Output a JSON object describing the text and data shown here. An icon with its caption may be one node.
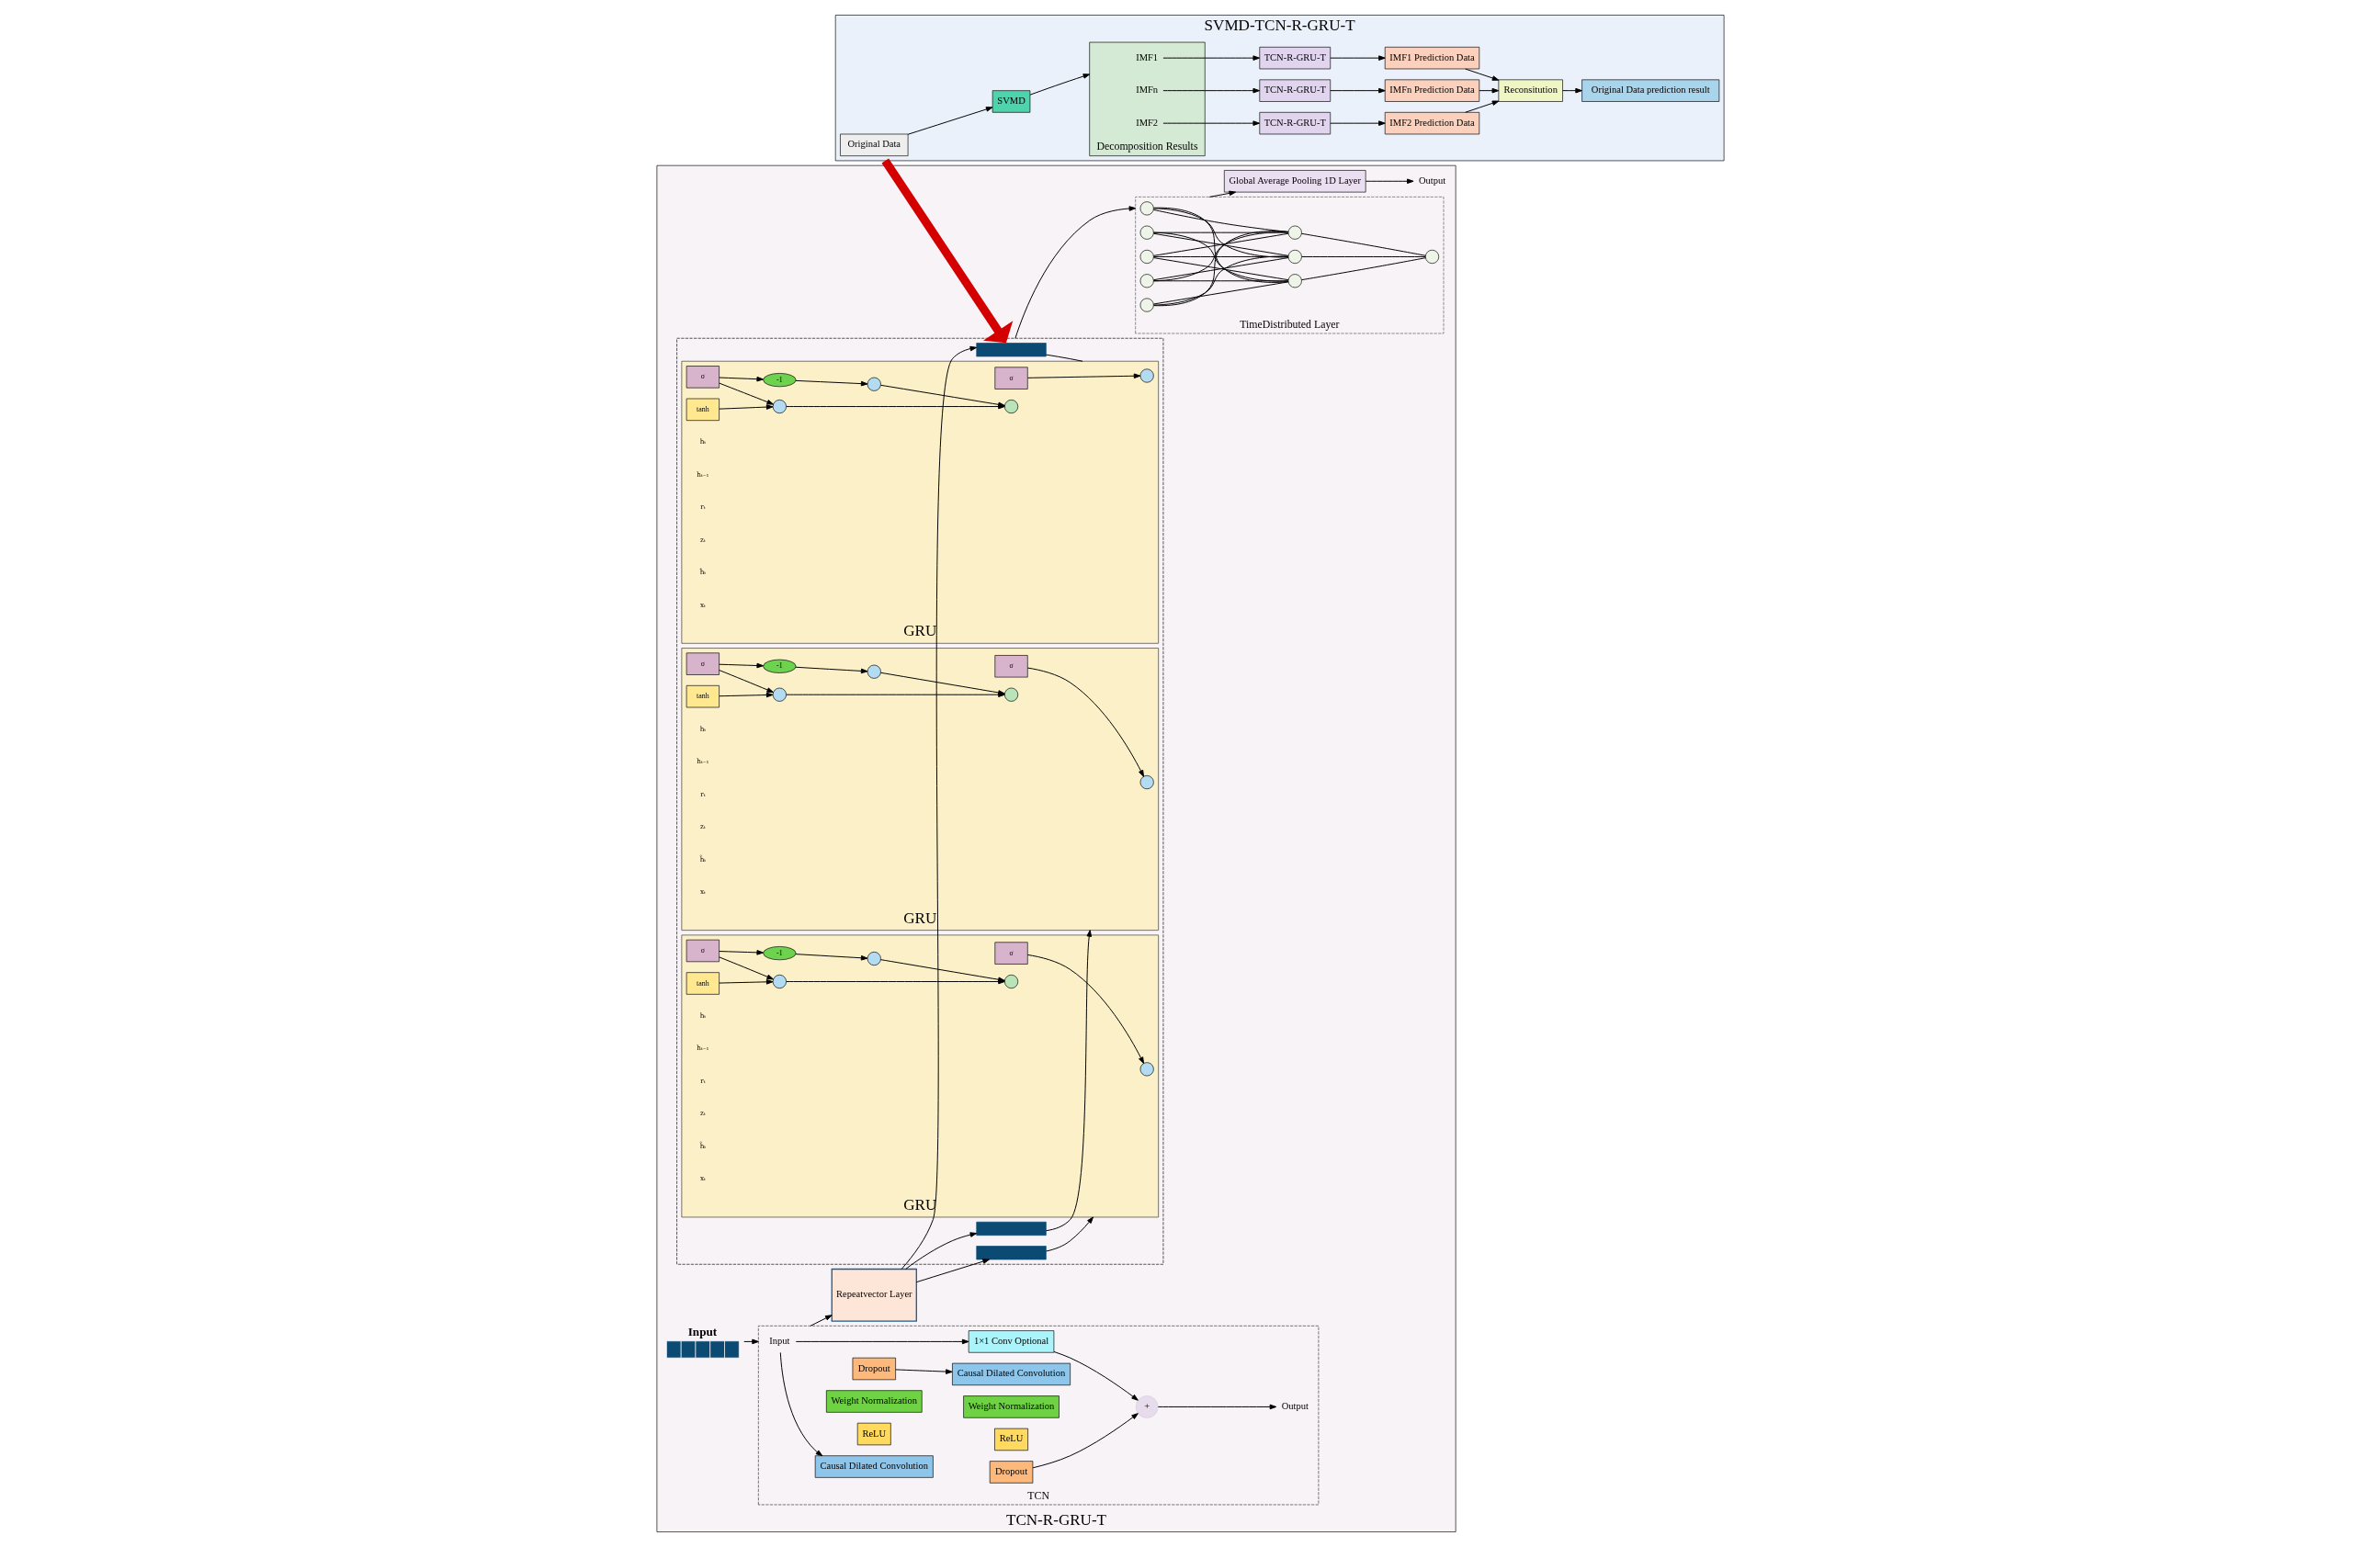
{
  "diagram": {
    "nodes": [
      {
        "text": [
          "SVMD-TCN-R-GRU-T"
        ]
      },
      {
        "text": [
          "Original Data"
        ],
        "in": 0
      },
      {
        "text": [
          "SVMD"
        ],
        "in": 0
      },
      {
        "text": [
          "Decomposition Results"
        ],
        "in": 0
      },
      {
        "text": [
          "IMF1"
        ],
        "in": 3
      },
      {
        "text": [
          "IMF2"
        ],
        "in": 3
      },
      {
        "text": [
          "IMFn"
        ],
        "in": 3
      },
      {
        "text": [
          "TCN-R-GRU-T"
        ],
        "in": 0
      },
      {
        "text": [
          "TCN-R-GRU-T"
        ],
        "in": 0
      },
      {
        "text": [
          "TCN-R-GRU-T"
        ],
        "in": 0
      },
      {
        "text": [
          "IMF1 Prediction Data"
        ],
        "in": 0
      },
      {
        "text": [
          "IMF2 Prediction Data"
        ],
        "in": 0
      },
      {
        "text": [
          "IMFn Prediction Data"
        ],
        "in": 0
      },
      {
        "text": [
          "Reconsitution"
        ],
        "in": 0
      },
      {
        "text": [
          "Original Data prediction result"
        ],
        "in": 0
      },
      {
        "text": [
          "TCN-R-GRU-T"
        ]
      },
      {
        "text": [
          "Input"
        ],
        "in": 15
      },
      {
        "text": [
          "TCN"
        ],
        "in": 15
      },
      {
        "text": [
          "Input"
        ],
        "in": 17
      },
      {
        "text": [
          "1×1 Conv Optional"
        ],
        "in": 17
      },
      {
        "text": [
          "Causal Dilated Convolution"
        ],
        "in": 17
      },
      {
        "text": [
          "Weight Normalization"
        ],
        "in": 17
      },
      {
        "text": [
          "ReLU"
        ],
        "in": 17
      },
      {
        "text": [
          "Dropout"
        ],
        "in": 17
      },
      {
        "text": [
          "Causal Dilated Convolution"
        ],
        "in": 17
      },
      {
        "text": [
          "Weight Normalization"
        ],
        "in": 17
      },
      {
        "text": [
          "ReLU"
        ],
        "in": 17
      },
      {
        "text": [
          "Dropout"
        ],
        "in": 17
      },
      {
        "text": [
          "+"
        ],
        "in": 17
      },
      {
        "text": [
          "Output"
        ],
        "in": 17
      },
      {
        "text": [
          "Repeatvector Layer"
        ],
        "in": 15
      },
      {
        "text": [],
        "shape": "box",
        "in": 15
      },
      {
        "text": [],
        "shape": "bar",
        "in": 31
      },
      {
        "text": [],
        "shape": "bar",
        "in": 31
      },
      {
        "text": [],
        "shape": "bar",
        "in": 31
      },
      {
        "text": [
          "GRU"
        ],
        "in": 31
      },
      {
        "text": [],
        "shape": "circle",
        "in": 35
      },
      {
        "text": [
          "σ"
        ],
        "in": 35
      },
      {
        "text": [],
        "shape": "circle",
        "in": 35
      },
      {
        "text": [
          "-1"
        ],
        "in": 35
      },
      {
        "text": [
          "σ"
        ],
        "in": 35
      },
      {
        "text": [],
        "shape": "circle",
        "in": 35
      },
      {
        "text": [],
        "shape": "circle",
        "in": 35
      },
      {
        "text": [
          "tanh"
        ],
        "in": 35
      },
      {
        "text": [
          "GRU"
        ],
        "in": 31
      },
      {
        "text": [],
        "shape": "circle",
        "in": 44
      },
      {
        "text": [
          "σ"
        ],
        "in": 44
      },
      {
        "text": [],
        "shape": "circle",
        "in": 44
      },
      {
        "text": [
          "-1"
        ],
        "in": 44
      },
      {
        "text": [
          "σ"
        ],
        "in": 44
      },
      {
        "text": [],
        "shape": "circle",
        "in": 44
      },
      {
        "text": [],
        "shape": "circle",
        "in": 44
      },
      {
        "text": [
          "tanh"
        ],
        "in": 44
      },
      {
        "text": [
          "GRU"
        ],
        "in": 31
      },
      {
        "text": [],
        "shape": "circle",
        "in": 53
      },
      {
        "text": [
          "σ"
        ],
        "in": 53
      },
      {
        "text": [],
        "shape": "circle",
        "in": 53
      },
      {
        "text": [
          "-1"
        ],
        "in": 53
      },
      {
        "text": [
          "σ"
        ],
        "in": 53
      },
      {
        "text": [],
        "shape": "circle",
        "in": 53
      },
      {
        "text": [],
        "shape": "circle",
        "in": 53
      },
      {
        "text": [
          "tanh"
        ],
        "in": 53
      },
      {
        "text": [
          "TimeDistributed Layer"
        ],
        "in": 15
      },
      {
        "text": [],
        "shape": "circle",
        "in": 62
      },
      {
        "text": [],
        "shape": "circle",
        "in": 62
      },
      {
        "text": [],
        "shape": "circle",
        "in": 62
      },
      {
        "text": [],
        "shape": "circle",
        "in": 62
      },
      {
        "text": [],
        "shape": "circle",
        "in": 62
      },
      {
        "text": [],
        "shape": "circle",
        "in": 62
      },
      {
        "text": [],
        "shape": "circle",
        "in": 62
      },
      {
        "text": [],
        "shape": "circle",
        "in": 62
      },
      {
        "text": [],
        "shape": "circle",
        "in": 62
      },
      {
        "text": [
          "Global Average Pooling 1D Layer"
        ],
        "in": 15
      },
      {
        "text": [
          "Output"
        ],
        "in": 15
      }
    ],
    "edges": [
      {
        "from": 1,
        "to": 2,
        "arrow": "to"
      },
      {
        "from": 2,
        "to": 3,
        "arrow": "to"
      },
      {
        "from": 4,
        "to": 7,
        "arrow": "to"
      },
      {
        "from": 5,
        "to": 8,
        "arrow": "to"
      },
      {
        "from": 6,
        "to": 9,
        "arrow": "to"
      },
      {
        "from": 7,
        "to": 10,
        "arrow": "to"
      },
      {
        "from": 8,
        "to": 11,
        "arrow": "to"
      },
      {
        "from": 9,
        "to": 12,
        "arrow": "to"
      },
      {
        "from": 10,
        "to": 13,
        "arrow": "to"
      },
      {
        "from": 11,
        "to": 13,
        "arrow": "to"
      },
      {
        "from": 12,
        "to": 13,
        "arrow": "to"
      },
      {
        "from": 13,
        "to": 14,
        "arrow": "to"
      },
      {
        "from": 0,
        "to": 31,
        "arrow": "to",
        "style": "thick",
        "color": "#d40000"
      },
      {
        "from": 16,
        "to": 17,
        "arrow": "to"
      },
      {
        "from": 18,
        "to": 20,
        "arrow": "to"
      },
      {
        "from": 18,
        "to": 19,
        "arrow": "to"
      },
      {
        "from": 23,
        "to": 24,
        "arrow": "to"
      },
      {
        "from": 27,
        "to": 28,
        "arrow": "to"
      },
      {
        "from": 19,
        "to": 28,
        "arrow": "to"
      },
      {
        "from": 28,
        "to": 29,
        "arrow": "to"
      },
      {
        "from": 17,
        "to": 30,
        "arrow": "to"
      },
      {
        "from": 30,
        "to": 32,
        "arrow": "to"
      },
      {
        "from": 30,
        "to": 33,
        "arrow": "to"
      },
      {
        "from": 30,
        "to": 34,
        "arrow": "to"
      },
      {
        "from": 32,
        "to": 35,
        "arrow": "none"
      },
      {
        "from": 33,
        "to": 44,
        "arrow": "to"
      },
      {
        "from": 34,
        "to": 53,
        "arrow": "to"
      },
      {
        "from": 37,
        "to": 36,
        "arrow": "to"
      },
      {
        "from": 40,
        "to": 39,
        "arrow": "to"
      },
      {
        "from": 39,
        "to": 38,
        "arrow": "to"
      },
      {
        "from": 40,
        "to": 41,
        "arrow": "to"
      },
      {
        "from": 43,
        "to": 41,
        "arrow": "to"
      },
      {
        "from": 41,
        "to": 42,
        "arrow": "to"
      },
      {
        "from": 38,
        "to": 42,
        "arrow": "to"
      },
      {
        "from": 46,
        "to": 45,
        "arrow": "to"
      },
      {
        "from": 49,
        "to": 48,
        "arrow": "to"
      },
      {
        "from": 48,
        "to": 47,
        "arrow": "to"
      },
      {
        "from": 49,
        "to": 50,
        "arrow": "to"
      },
      {
        "from": 52,
        "to": 50,
        "arrow": "to"
      },
      {
        "from": 50,
        "to": 51,
        "arrow": "to"
      },
      {
        "from": 47,
        "to": 51,
        "arrow": "to"
      },
      {
        "from": 55,
        "to": 54,
        "arrow": "to"
      },
      {
        "from": 58,
        "to": 57,
        "arrow": "to"
      },
      {
        "from": 57,
        "to": 56,
        "arrow": "to"
      },
      {
        "from": 58,
        "to": 59,
        "arrow": "to"
      },
      {
        "from": 61,
        "to": 59,
        "arrow": "to"
      },
      {
        "from": 59,
        "to": 60,
        "arrow": "to"
      },
      {
        "from": 56,
        "to": 60,
        "arrow": "to"
      },
      {
        "from": 31,
        "to": 62,
        "arrow": "to"
      },
      {
        "from": 63,
        "to": 68,
        "arrow": "none"
      },
      {
        "from": 63,
        "to": 69,
        "arrow": "none"
      },
      {
        "from": 63,
        "to": 70,
        "arrow": "none"
      },
      {
        "from": 64,
        "to": 68,
        "arrow": "none"
      },
      {
        "from": 64,
        "to": 69,
        "arrow": "none"
      },
      {
        "from": 64,
        "to": 70,
        "arrow": "none"
      },
      {
        "from": 65,
        "to": 68,
        "arrow": "none"
      },
      {
        "from": 65,
        "to": 69,
        "arrow": "none"
      },
      {
        "from": 65,
        "to": 70,
        "arrow": "none"
      },
      {
        "from": 66,
        "to": 68,
        "arrow": "none"
      },
      {
        "from": 66,
        "to": 69,
        "arrow": "none"
      },
      {
        "from": 66,
        "to": 70,
        "arrow": "none"
      },
      {
        "from": 67,
        "to": 68,
        "arrow": "none"
      },
      {
        "from": 67,
        "to": 69,
        "arrow": "none"
      },
      {
        "from": 67,
        "to": 70,
        "arrow": "none"
      },
      {
        "from": 68,
        "to": 71,
        "arrow": "none"
      },
      {
        "from": 69,
        "to": 71,
        "arrow": "none"
      },
      {
        "from": 70,
        "to": 71,
        "arrow": "none"
      },
      {
        "from": 62,
        "to": 72,
        "arrow": "to"
      },
      {
        "from": 72,
        "to": 73,
        "arrow": "to"
      }
    ],
    "labels": [
      "hₜ",
      "hₜ₋₁",
      "rₜ",
      "zₜ",
      "h̃ₜ",
      "xₜ",
      "hₜ",
      "hₜ₋₁",
      "rₜ",
      "zₜ",
      "h̃ₜ",
      "xₜ",
      "hₜ",
      "hₜ₋₁",
      "rₜ",
      "zₜ",
      "h̃ₜ",
      "xₜ"
    ]
  }
}
